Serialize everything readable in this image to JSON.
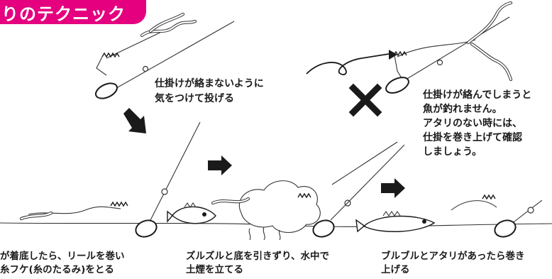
{
  "header": {
    "title": "りのテクニック"
  },
  "notes": {
    "cast_tip": "仕掛けが絡まないように\n気をつけて投げる",
    "tangle_warning": "仕掛けが絡んでしまうと\n魚が釣れません。\nアタリのない時には、\n仕掛を巻き上げて確認\nしましょう。"
  },
  "captions": {
    "step1": "が着底したら、リールを巻い\n糸フケ(糸のたるみ)をとる",
    "step2": "ズルズルと底を引きずり、水中で\n土煙を立てる",
    "step3": "ブルブルとアタリがあったら巻き\n上げる"
  },
  "icons": {
    "down_arrow": "down-arrow-icon",
    "right_arrow": "right-arrow-icon",
    "cross": "cross-mark-icon",
    "swirl": "curved-arrow-icon"
  },
  "colors": {
    "accent": "#e4007f"
  }
}
